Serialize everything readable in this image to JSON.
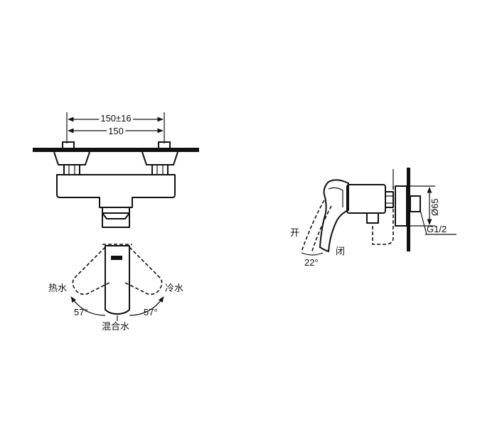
{
  "front_view": {
    "dim_outer": "150±16",
    "dim_inner": "150"
  },
  "top_view": {
    "label_hot": "热水",
    "label_cold": "冷水",
    "label_mixed": "混合水",
    "angle_left": "57°",
    "angle_right": "57°"
  },
  "side_view": {
    "label_open": "开",
    "label_close": "闭",
    "angle": "22°",
    "diameter": "Ø65",
    "thread": "G1/2"
  },
  "colors": {
    "line": "#111111",
    "background": "#ffffff"
  }
}
